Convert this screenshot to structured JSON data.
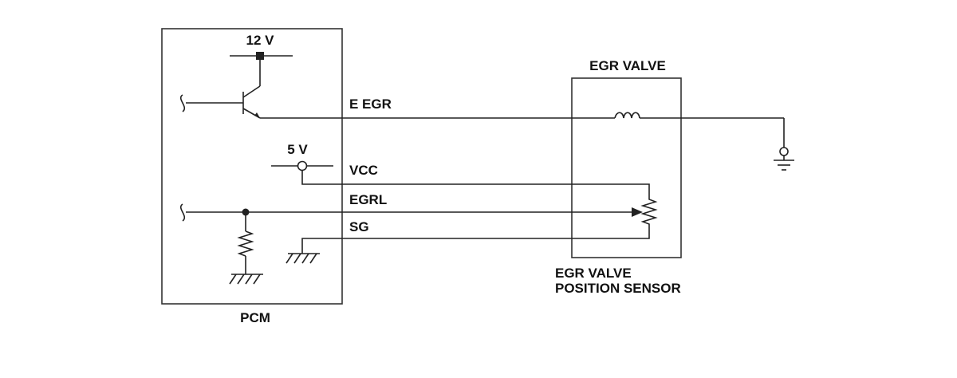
{
  "labels": {
    "v12": "12 V",
    "v5": "5 V",
    "e_egr": "E EGR",
    "vcc": "VCC",
    "egrl": "EGRL",
    "sg": "SG",
    "pcm": "PCM",
    "egr_valve": "EGR VALVE",
    "sensor_line1": "EGR VALVE",
    "sensor_line2": "POSITION SENSOR"
  },
  "colors": {
    "line": "#222222",
    "text": "#111111",
    "background": "#ffffff"
  }
}
